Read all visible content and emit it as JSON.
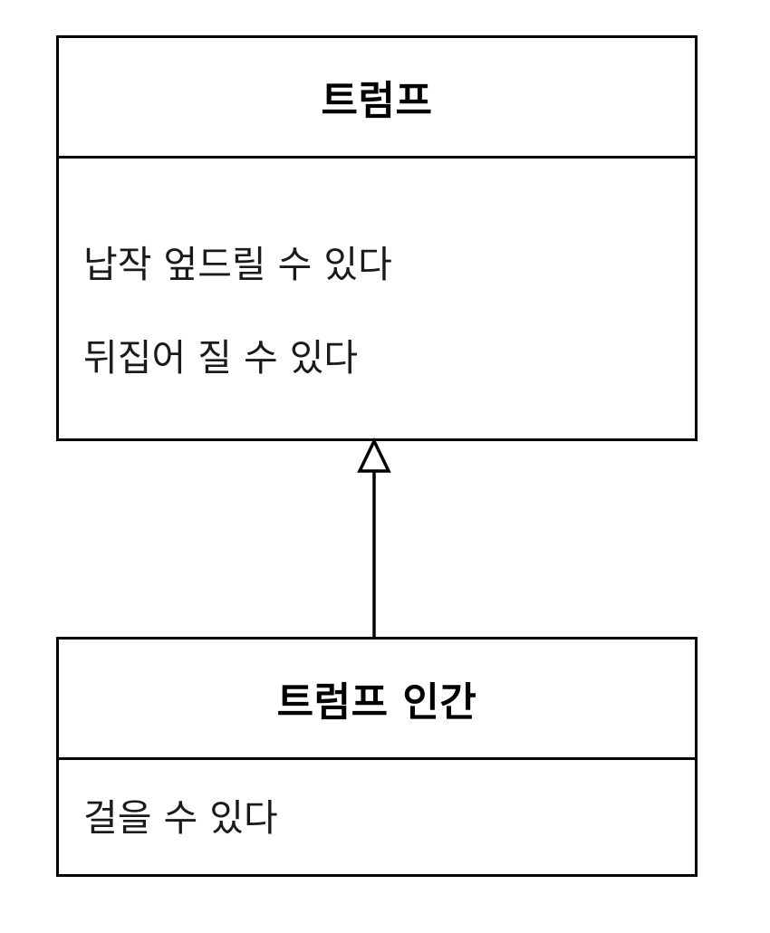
{
  "diagram": {
    "type": "uml-class-diagram",
    "background_color": "#ffffff",
    "line_color": "#000000",
    "text_color": "#1a1a1a",
    "classes": [
      {
        "id": "superclass",
        "name": "트럼프",
        "members": [
          "납작 엎드릴 수 있다",
          "뒤집어 질 수 있다"
        ]
      },
      {
        "id": "subclass",
        "name": "트럼프 인간",
        "members": [
          "걸을 수 있다"
        ]
      }
    ],
    "relationships": [
      {
        "kind": "generalization",
        "label": "",
        "from": "트럼프 인간",
        "to": "트럼프",
        "arrow": "hollow-triangle"
      }
    ]
  }
}
